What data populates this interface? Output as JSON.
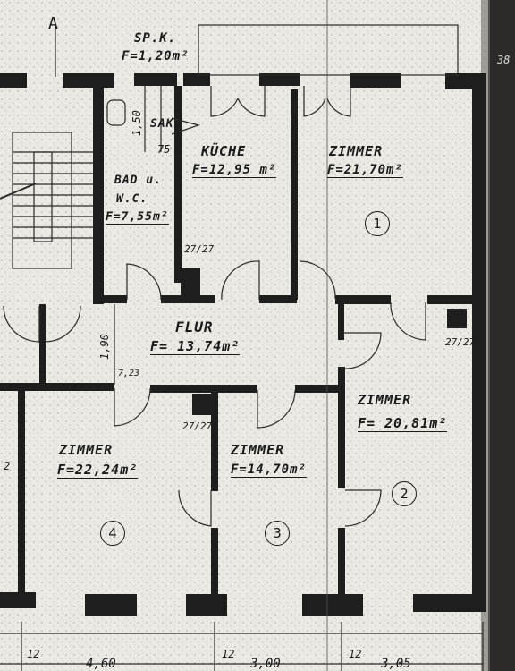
{
  "section_marker": "A",
  "balcony": {
    "label": "SP.K.",
    "area": "F=1,20m²"
  },
  "storage": {
    "label": "SAK"
  },
  "kitchen": {
    "label": "KÜCHE",
    "area": "F=12,95 m²"
  },
  "bath": {
    "label1": "BAD u.",
    "label2": "W.C.",
    "area": "F=7,55m²"
  },
  "room1": {
    "label": "ZIMMER",
    "area": "F=21,70m²",
    "number": "1"
  },
  "hall": {
    "label": "FLUR",
    "area": "F= 13,74m²"
  },
  "room2": {
    "label": "ZIMMER",
    "area": "F= 20,81m²",
    "number": "2"
  },
  "room3": {
    "label": "ZIMMER",
    "area": "F=14,70m²",
    "number": "3"
  },
  "room4": {
    "label": "ZIMMER",
    "area": "F=22,24m²",
    "number": "4"
  },
  "dimensions": {
    "d_75": "75",
    "d_150": "1,50",
    "d_190": "1,90",
    "d_723": "7,23",
    "d_460": "4,60",
    "d_300": "3,00",
    "d_305": "3,05",
    "d_12a": "12",
    "d_12b": "12",
    "d_12c": "12",
    "d_38": "38",
    "d_2": "2"
  },
  "chimneys": {
    "c1": "27/27",
    "c2": "27/27",
    "c3": "27/27"
  }
}
